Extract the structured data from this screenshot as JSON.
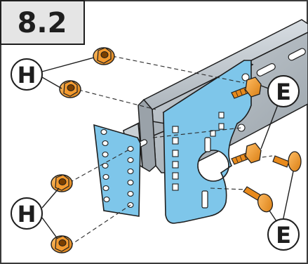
{
  "step": {
    "number": "8.2"
  },
  "callouts": [
    {
      "letter": "H"
    },
    {
      "letter": "E"
    },
    {
      "letter": "H"
    },
    {
      "letter": "E"
    }
  ],
  "colors": {
    "page_background": "#ffffff",
    "frame_border": "#3a3a3a",
    "step_box_fill": "#e5e5e5",
    "bracket_blue": "#7ec6ea",
    "rail_gray": "#bcc3c9",
    "rail_shadow": "#8f979e",
    "hardware_orange": "#f39a2f",
    "outline": "#1e1e1e"
  }
}
